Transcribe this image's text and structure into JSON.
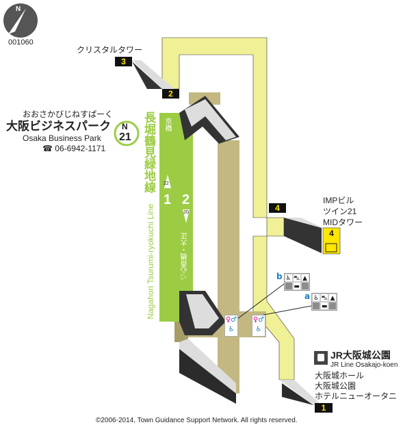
{
  "station": {
    "code_number": "001060",
    "compass": "N",
    "name_kana": "おおさかびじねすぱーく",
    "name_ja": "大阪ビジネスパーク",
    "name_en": "Osaka Business Park",
    "phone": "06-6942-1171",
    "line_badge_letter": "N",
    "line_badge_number": "21"
  },
  "line": {
    "name_ja": "長堀鶴見緑地線",
    "name_en": "Nagahori Tsurumi-ryokuchi Line",
    "track1": "1",
    "track2": "2",
    "track1_dir": "京橋",
    "track2_dir": "◁心斎橋・大正",
    "car1": "22",
    "car2": "20"
  },
  "exits": [
    {
      "number": "1",
      "destinations": [
        "大阪城ホール",
        "大阪城公園",
        "ホテルニューオータニ"
      ]
    },
    {
      "number": "2",
      "destinations": []
    },
    {
      "number": "3",
      "destinations": [
        "クリスタルタワー"
      ]
    },
    {
      "number": "4",
      "destinations": [
        "IMPビル",
        "ツイン21",
        "MIDタワー"
      ],
      "elevator_exit": "4"
    }
  ],
  "transfer": {
    "name_ja": "JR大阪城公園",
    "name_en": "JR Line Osakajo-koen"
  },
  "facilities": [
    {
      "label": "b",
      "icons": [
        "wheelchair-icon",
        "stroller-icon",
        "nursing-icon",
        "",
        "baby-bed-icon",
        ""
      ]
    },
    {
      "label": "a",
      "icons": [
        "wheelchair-icon",
        "stroller-icon",
        "nursing-icon",
        "",
        "baby-bed-icon",
        ""
      ]
    }
  ],
  "colors": {
    "corridor": "#f0f096",
    "concourse": "#c3b882",
    "platform": "#9ccc44",
    "exit_box": "#111111",
    "exit_number": "#ffe600",
    "accent_blue": "#1a7fc4"
  },
  "copyright": "©2006-2014, Town Guidance Support Network. All rights reserved."
}
